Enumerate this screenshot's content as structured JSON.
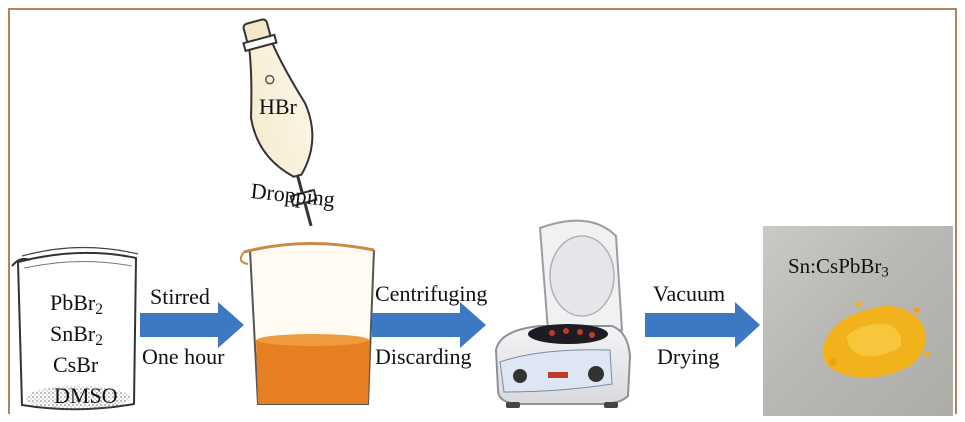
{
  "figure": {
    "beaker1": {
      "line1": "PbBr",
      "line1_sub": "2",
      "line2": "SnBr",
      "line2_sub": "2",
      "line3": "CsBr",
      "line4": "DMSO"
    },
    "funnel": {
      "label": "HBr",
      "action": "Dropping"
    },
    "arrow1": {
      "top": "Stirred",
      "bottom": "One hour"
    },
    "arrow2": {
      "top": "Centrifuging",
      "bottom": "Discarding"
    },
    "arrow3": {
      "top": "Vacuum",
      "bottom": "Drying"
    },
    "product": {
      "label": "Sn:CsPbBr",
      "label_sub": "3"
    }
  },
  "colors": {
    "frame": "#b5835a",
    "arrow": "#3d78c2",
    "solution": "#e67e22",
    "powder": "#f2b21b"
  }
}
